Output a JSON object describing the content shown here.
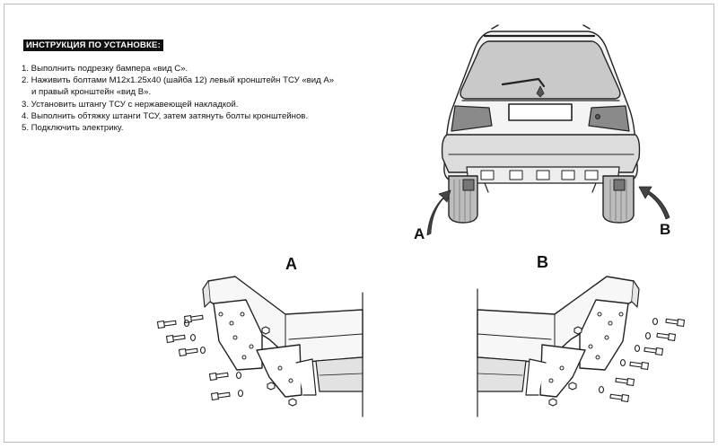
{
  "instructions": {
    "heading": "ИНСТРУКЦИЯ ПО УСТАНОВКЕ:",
    "steps": [
      "1. Выполнить подрезку бампера «вид С».",
      "2. Наживить болтами М12х1.25х40 (шайба 12) левый кронштейн ТСУ «вид А»",
      "и правый кронштейн «вид В».",
      "3. Установить штангу ТСУ с нержавеющей накладкой.",
      "4. Выполнить обтяжку штанги ТСУ, затем затянуть болты кронштейнов.",
      "5. Подключить электрику."
    ]
  },
  "diagram": {
    "car_label_left": "A",
    "car_label_right": "B",
    "view_a_label": "A",
    "view_b_label": "B"
  }
}
